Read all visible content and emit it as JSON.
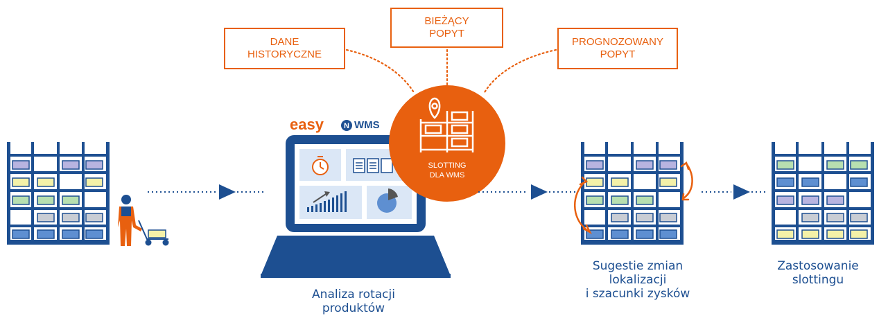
{
  "inputs": {
    "historical": [
      "DANE",
      "HISTORYCZNE"
    ],
    "current": [
      "BIEŻĄCY",
      "POPYT"
    ],
    "forecast": [
      "PROGNOZOWANY",
      "POPYT"
    ]
  },
  "logo": {
    "left": "easy",
    "right": "WMS"
  },
  "center_circle": {
    "line1": "SLOTTING",
    "line2": "DLA WMS"
  },
  "captions": {
    "analysis": [
      "Analiza rotacji",
      "produktów"
    ],
    "suggestions": [
      "Sugestie zmian",
      "lokalizacji",
      "i szacunki zysków"
    ],
    "application": [
      "Zastosowanie",
      "slottingu"
    ]
  },
  "colors": {
    "orange": "#e8600f",
    "blue": "#1d4f91",
    "light_blue": "#5e8fd1",
    "purple": "#b8b4e0",
    "yellow": "#f4f1a8",
    "green": "#b7dfb0",
    "gray": "#c9cdd4",
    "screen_tile": "#dbe7f6"
  },
  "icons": [
    "stopwatch-icon",
    "documents-icon",
    "growth-chart-icon",
    "pie-chart-icon",
    "location-pin-icon",
    "warehouse-shelf-icon",
    "worker-icon",
    "hand-truck-icon",
    "swap-arrow-icon"
  ]
}
